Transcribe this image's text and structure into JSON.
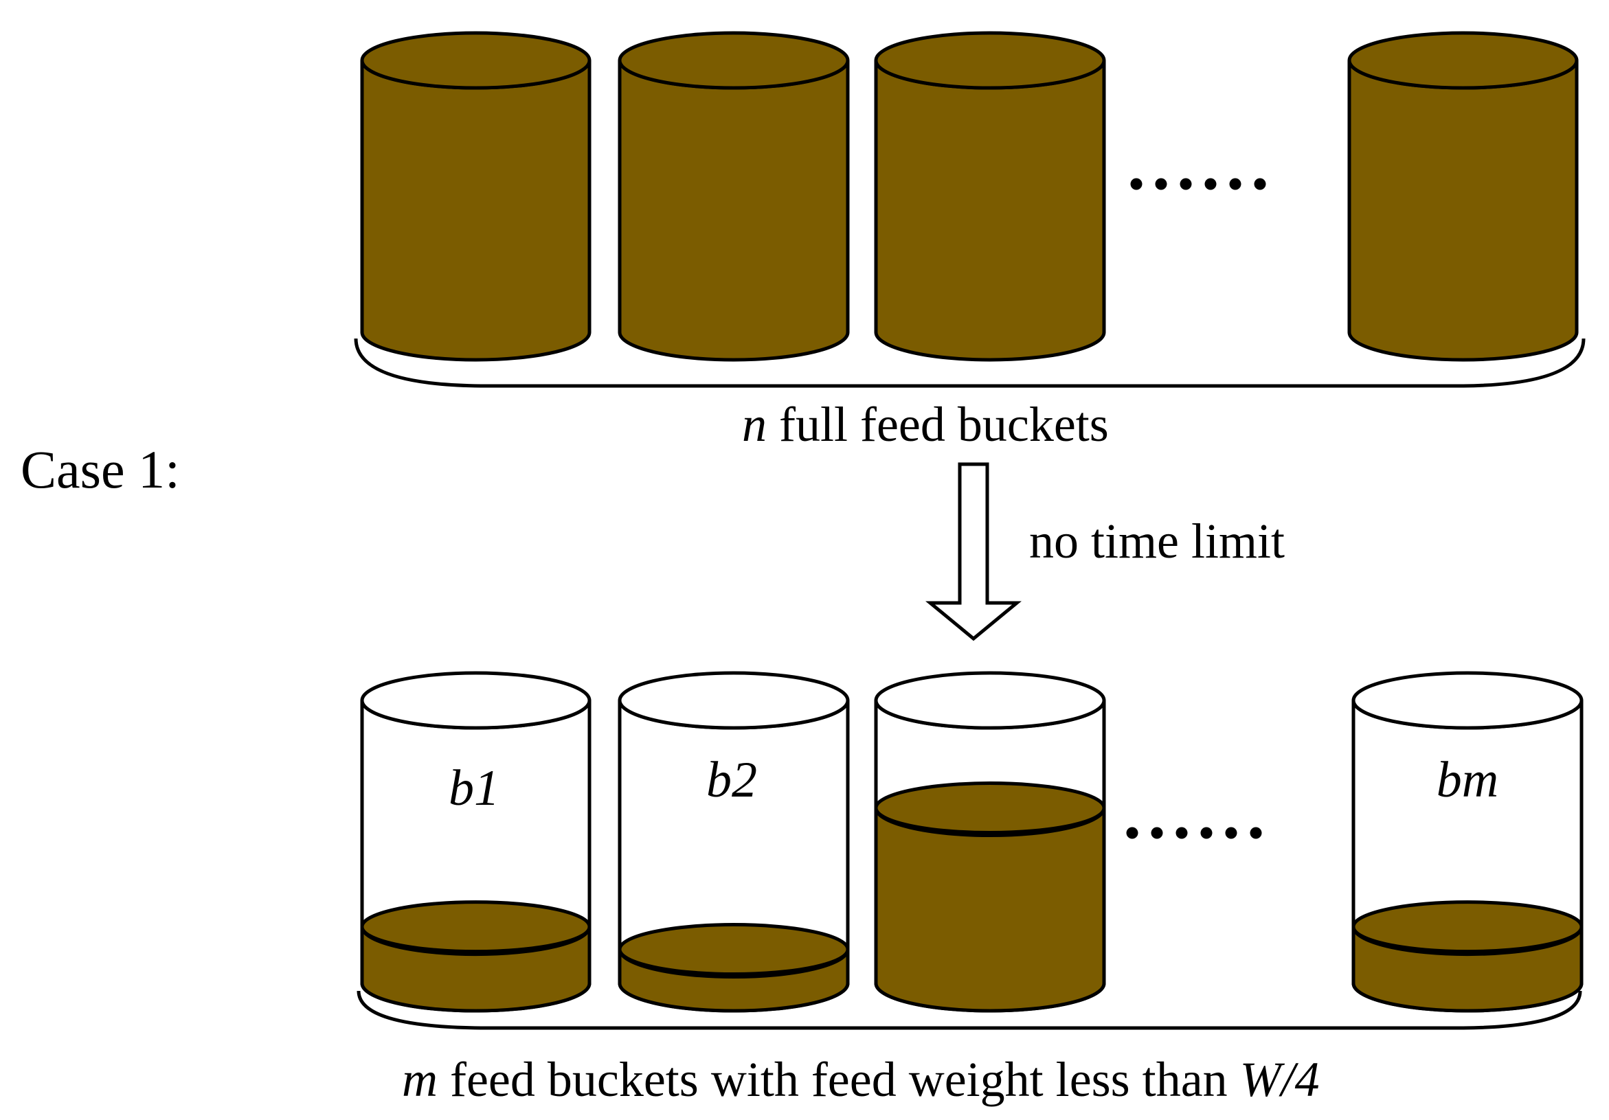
{
  "case_label": "Case 1:",
  "top_group": {
    "var": "n",
    "caption": " full feed buckets",
    "bucket_count_shown": 4,
    "ellipsis": "......"
  },
  "transition_label": "no time limit",
  "bottom_group": {
    "var": "m",
    "caption_main": " feed buckets with feed weight less than ",
    "caption_end": "W/4",
    "ellipsis": "......",
    "buckets": [
      {
        "label": "b1",
        "fill_level": 0.2
      },
      {
        "label": "b2",
        "fill_level": 0.12
      },
      {
        "label": "",
        "fill_level": 0.62
      },
      {
        "label": "bm",
        "fill_level": 0.2
      }
    ]
  },
  "colors": {
    "feed": "#7B5C00",
    "outline": "#000000",
    "empty": "#FFFFFF"
  }
}
